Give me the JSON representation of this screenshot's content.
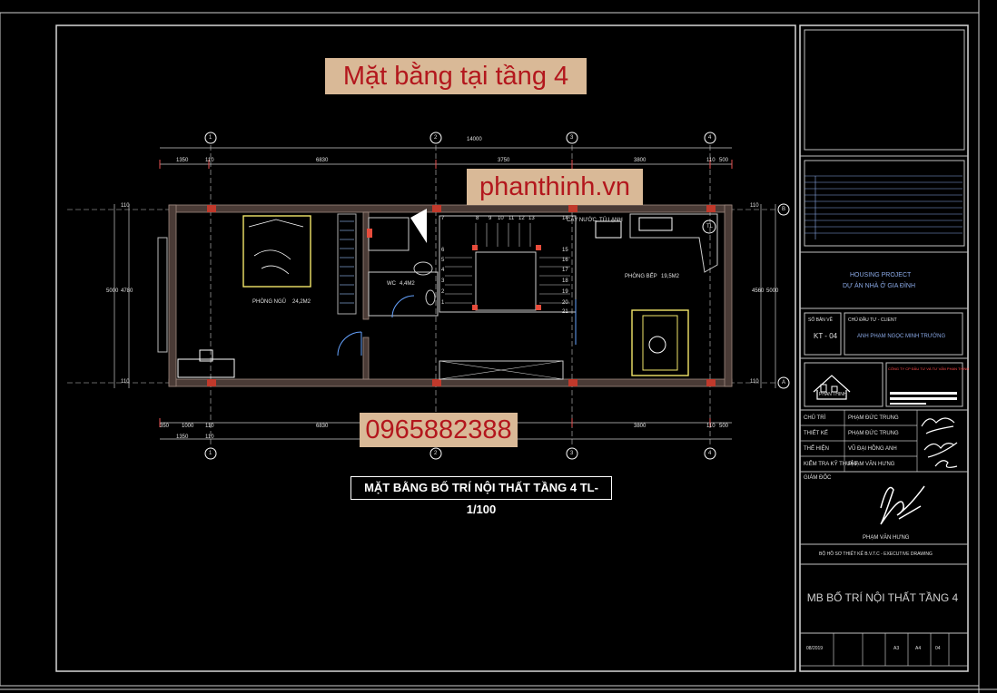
{
  "banners": {
    "title": "Mặt bằng tại tầng 4",
    "site": "phanthinh.vn",
    "phone": "0965882388"
  },
  "drawing_caption": "MẶT BẰNG BỐ TRÍ NỘI THẤT TẦNG 4 TL- 1/100",
  "dimensions": {
    "top_total": "14000",
    "top_segments": [
      "1350",
      "110",
      "6830",
      "3750",
      "3800",
      "110",
      "500"
    ],
    "bottom_segments": [
      "350",
      "1000",
      "110",
      "6830",
      "3800",
      "110",
      "500"
    ],
    "bottom_total_row": [
      "1350",
      "110"
    ],
    "left": [
      "110",
      "5000",
      "4780",
      "110"
    ],
    "right": [
      "110",
      "4560",
      "5000",
      "110"
    ]
  },
  "grid_axes": {
    "columns": [
      "1",
      "2",
      "3",
      "4"
    ],
    "rows": [
      "A",
      "B"
    ]
  },
  "rooms": {
    "bedroom_label": "PHÒNG NGỦ",
    "bedroom_area": "24,2M2",
    "wc_label": "WC",
    "wc_area": "4,4M2",
    "altar_label": "CÂY NƯỚC, TỦ LẠNH",
    "kitchen_label": "PHÒNG BẾP",
    "kitchen_area": "19,5M2",
    "fridge_mark": "TL"
  },
  "stair_numbers": [
    "7",
    "8",
    "9",
    "10",
    "11",
    "12",
    "13",
    "14",
    "6",
    "5",
    "4",
    "3",
    "2",
    "1",
    "15",
    "16",
    "17",
    "18",
    "19",
    "20",
    "21"
  ],
  "title_block": {
    "project_en": "HOUSING PROJECT",
    "project_vi": "DỰ ÁN NHÀ Ở GIA ĐÌNH",
    "drawing_no_label": "SỐ BẢN VẼ",
    "drawing_no": "KT - 04",
    "client_label": "CHỦ ĐẦU TƯ - CLIENT",
    "client_name": "ANH PHẠM NGỌC MINH TRƯỜNG",
    "company_name": "PHAN THINH",
    "company_full": "CÔNG TY CP ĐẦU TƯ VÀ TƯ VẤN PHAN THINH",
    "roles": [
      {
        "role": "CHỦ TRÌ",
        "name": "PHẠM ĐỨC TRUNG"
      },
      {
        "role": "THIẾT KẾ",
        "name": "PHẠM ĐỨC TRUNG"
      },
      {
        "role": "THỂ HIỆN",
        "name": "VŨ ĐẠI HỒNG ANH"
      },
      {
        "role": "KIỂM TRA KỸ THUẬT",
        "name": "PHẠM VĂN HƯNG"
      }
    ],
    "director_label": "GIÁM ĐỐC",
    "director_name": "PHẠM VĂN HƯNG",
    "stage": "BỘ HỒ SƠ THIẾT KẾ B.V.T.C - EXECUTIVE DRAWING",
    "sheet_title": "MB BỐ TRÍ NỘI THẤT TẦNG 4",
    "date": "08/2019",
    "size": "A3",
    "sheet_code": "A4",
    "page": "04"
  }
}
